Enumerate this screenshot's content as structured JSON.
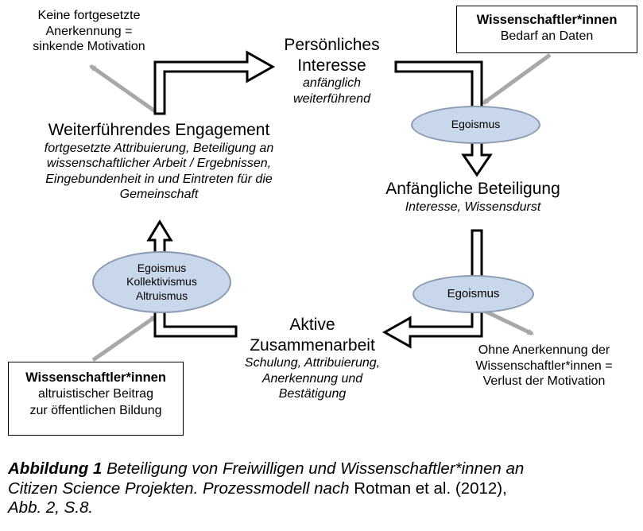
{
  "colors": {
    "arrow_outline": "#000000",
    "gray_arrow": "#a8a8a8",
    "ellipse_fill": "#c9d7ea",
    "ellipse_border": "#8a9ab0"
  },
  "nodes": {
    "personal_interest": {
      "title_line1": "Persönliches",
      "title_line2": "Interesse",
      "sub_line1": "anfänglich",
      "sub_line2": "weiterführend"
    },
    "initial_participation": {
      "title": "Anfängliche Beteiligung",
      "sub": "Interesse, Wissensdurst"
    },
    "active_collaboration": {
      "title_line1": "Aktive",
      "title_line2": "Zusammenarbeit",
      "sub_line1": "Schulung, Attribuierung,",
      "sub_line2": "Anerkennung und",
      "sub_line3": "Bestätigung"
    },
    "continued_engagement": {
      "title": "Weiterführendes Engagement",
      "sub_line1": "fortgesetzte Attribuierung, Beteiligung an",
      "sub_line2": "wissenschaftlicher Arbeit / Ergebnissen,",
      "sub_line3": "Eingebundenheit in und Eintreten für die",
      "sub_line4": "Gemeinschaft"
    }
  },
  "ellipses": {
    "top_right": "Egoismus",
    "bottom_right": "Egoismus",
    "left": [
      "Egoismus",
      "Kollektivismus",
      "Altruismus"
    ]
  },
  "boxes": {
    "top_right": {
      "title": "Wissenschaftler*innen",
      "text": "Bedarf an Daten"
    },
    "bottom_left": {
      "title": "Wissenschaftler*innen",
      "line1": "altruistischer Beitrag",
      "line2": "zur öffentlichen Bildung"
    }
  },
  "notes": {
    "top_left": [
      "Keine fortgesetzte",
      "Anerkennung =",
      "sinkende Motivation"
    ],
    "bottom_right": [
      "Ohne Anerkennung der",
      "Wissenschaftler*innen =",
      "Verlust der Motivation"
    ]
  },
  "caption": {
    "label": "Abbildung 1",
    "text_line1": " Beteiligung von Freiwilligen und Wissenschaftler*innen an",
    "text_line2": "Citizen Science Projekten. Prozessmodell nach ",
    "ref": "Rotman et al. (2012),",
    "text_line3": "Abb. 2, S.8."
  }
}
